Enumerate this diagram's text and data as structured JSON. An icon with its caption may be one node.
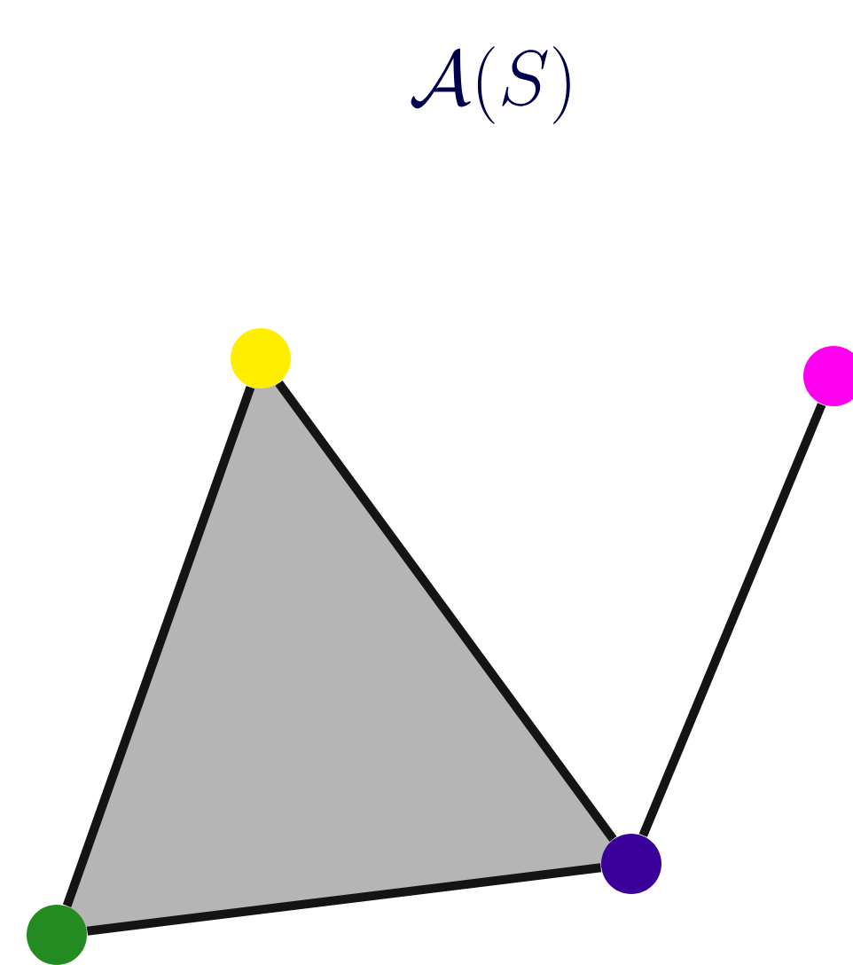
{
  "diagram": {
    "title": "\\mathcal{A}(S)",
    "nodes": [
      {
        "text": [],
        "shape": "circle"
      },
      {
        "text": [],
        "shape": "circle"
      },
      {
        "text": [],
        "shape": "circle"
      },
      {
        "text": [],
        "shape": "circle"
      }
    ],
    "edges": [
      {
        "from": 0,
        "to": 2,
        "arrow": "none"
      },
      {
        "from": 0,
        "to": 3,
        "arrow": "none"
      },
      {
        "from": 2,
        "to": 3,
        "arrow": "none"
      },
      {
        "from": 3,
        "to": 1,
        "arrow": "none"
      }
    ]
  }
}
